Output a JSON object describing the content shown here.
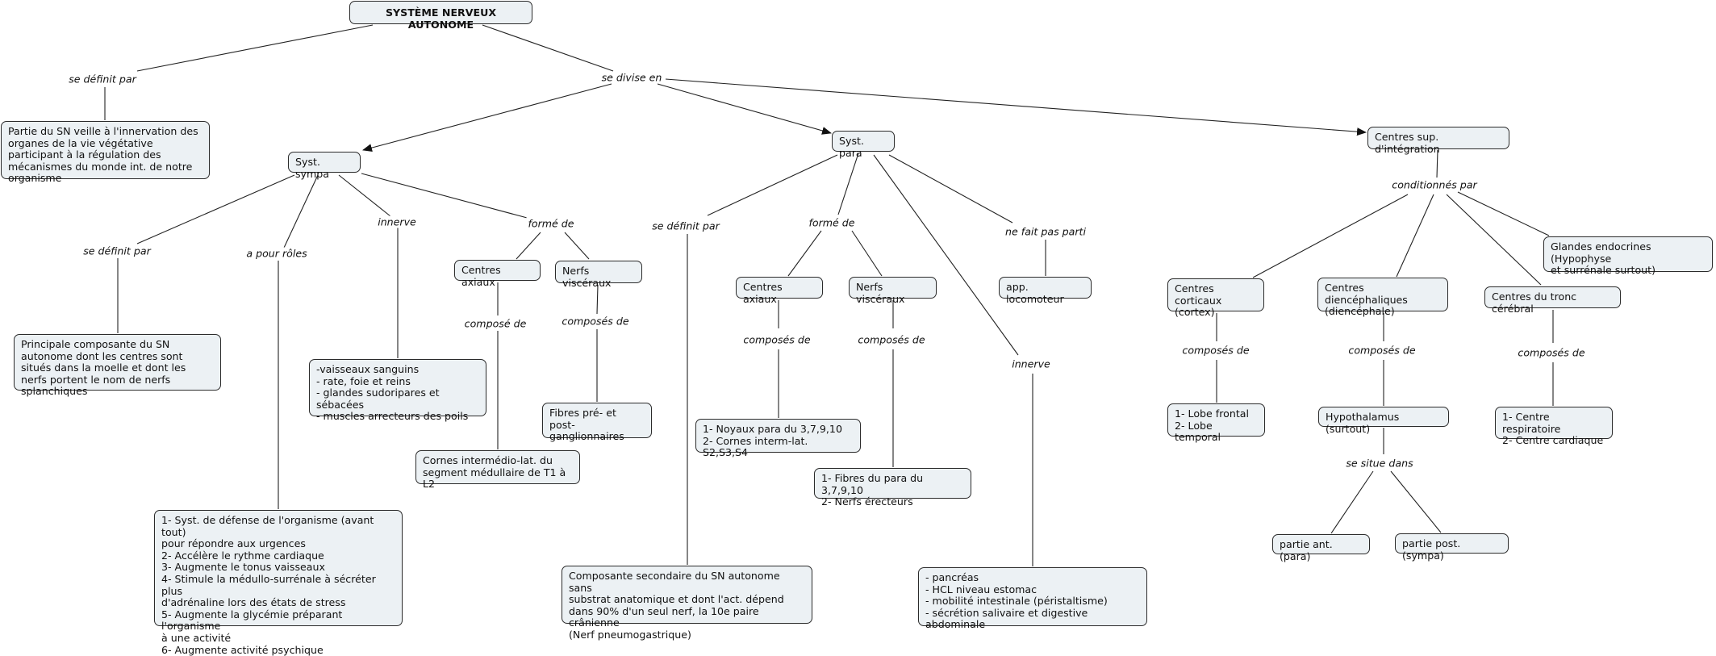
{
  "root": "SYSTÈME NERVEUX AUTONOME",
  "nodes": {
    "definition": "Partie du SN veille à l'innervation des organes de la vie végétative participant à la régulation des mécanismes du monde int. de notre organisme",
    "sympa": "Syst. sympa",
    "para": "Syst. para",
    "centres_sup": "Centres sup. d'intégration",
    "sympa_def": "Principale composante du SN autonome dont les centres sont situés dans la moelle et dont les nerfs portent le nom de nerfs splanchiques",
    "sympa_roles": "1- Syst. de défense de l'organisme (avant tout)\n      pour répondre aux urgences\n2- Accélère le rythme cardiaque\n3- Augmente le tonus vaisseaux\n4- Stimule la médullo-surrénale à sécréter plus\n      d'adrénaline lors des états de stress\n5- Augmente la glycémie préparant l'organisme\n      à une activité\n6- Augmente activité psychique",
    "sympa_innerve": "-vaisseaux sanguins\n- rate, foie et reins\n- glandes sudoripares et sébacées\n- muscles arrecteurs des poils",
    "sympa_axiaux": "Centres axiaux",
    "sympa_visceraux": "Nerfs viscéraux",
    "sympa_cornes": "Cornes intermédio-lat. du\nsegment médullaire de T1 à L2",
    "sympa_fibres": "Fibres pré- et\npost-ganglionnaires",
    "para_def": "Composante secondaire du SN autonome sans\nsubstrat anatomique et dont l'act. dépend\ndans 90% d'un seul nerf, la 10e paire crânienne\n(Nerf pneumogastrique)",
    "para_axiaux": "Centres axiaux",
    "para_visceraux": "Nerfs viscéraux",
    "para_noyaux": "1- Noyaux para du 3,7,9,10\n2- Cornes interm-lat. S2,S3,S4",
    "para_fibres": "1- Fibres du para du 3,7,9,10\n2- Nerfs érecteurs",
    "para_loco": "app. locomoteur",
    "para_innerve": "- pancréas\n- HCL niveau estomac\n- mobilité intestinale (péristaltisme)\n- sécrétion salivaire et digestive abdominale",
    "corticaux": "Centres corticaux\n(cortex)",
    "diencephaliques": "Centres diencéphaliques\n(diencéphale)",
    "tronc": "Centres du tronc cérébral",
    "glandes": "Glandes endocrines (Hypophyse\net surrénale surtout)",
    "lobes": "1- Lobe frontal\n2- Lobe temporal",
    "hypothalamus": "Hypothalamus (surtout)",
    "respiratoire": "1- Centre respiratoire\n2- Centre cardiaque",
    "part_ant": "partie ant. (para)",
    "part_post": "partie post. (sympa)"
  },
  "links": {
    "se_definit_par": "se définit par",
    "se_divise_en": "se divise en",
    "sympa_se_definit_par": "se définit par",
    "a_pour_roles": "a pour rôles",
    "sympa_innerve": "innerve",
    "sympa_forme_de": "formé de",
    "sympa_compose_de": "composé de",
    "sympa_composes_de": "composés de",
    "para_se_definit_par": "se définit par",
    "para_forme_de": "formé de",
    "para_ne_fait_pas": "ne fait pas parti",
    "para_composes_de_1": "composés de",
    "para_composes_de_2": "composés de",
    "para_innerve": "innerve",
    "conditionnes_par": "conditionnés par",
    "cortex_composes_de": "composés de",
    "dien_composes_de": "composés de",
    "tronc_composes_de": "composés de",
    "se_situe_dans": "se situe dans"
  }
}
